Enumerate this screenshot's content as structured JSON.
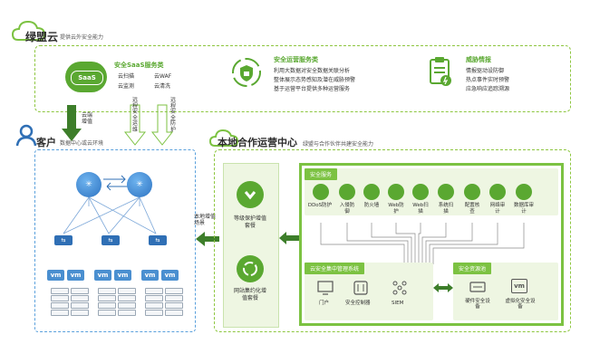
{
  "cloud": {
    "title": "绿盟云",
    "subtitle": "提供云外安全能力",
    "saas": {
      "badge": "SaaS",
      "title": "安全SaaS服务类",
      "items": [
        "云扫描",
        "云WAF",
        "云监测",
        "云清洗"
      ]
    },
    "ops": {
      "title": "安全运营服务类",
      "lines": [
        "利用大数据对安全数据关联分析",
        "整体展示态势感知及潜在威胁预警",
        "基于运营平台提供多种运营服务"
      ]
    },
    "intel": {
      "title": "威胁情报",
      "lines": [
        "情报驱动设防御",
        "热点事件实时预警",
        "应急响应追踪溯源"
      ]
    }
  },
  "arrows": {
    "cloud_traffic": "云端增值",
    "remote_ops": "远程安全运维",
    "remote_protect": "远程安全防护",
    "local_scene": "本地增值场景"
  },
  "customer": {
    "title": "客户",
    "subtitle": "数据中心或云环境",
    "vm_label": "vm"
  },
  "local": {
    "title": "本地合作运营中心",
    "subtitle": "绿盟与合作伙伴共建安全能力",
    "scenes": [
      {
        "label": "等级保护增值套餐"
      },
      {
        "label": "网站集约化增值套餐"
      }
    ],
    "security_services": {
      "tag": "安全服务",
      "items": [
        "DDoS防护",
        "入侵防御",
        "防火墙",
        "Web防护",
        "Web扫描",
        "系统扫描",
        "配置核查",
        "网络审计",
        "数据库审计"
      ]
    },
    "mgmt": {
      "tag": "云安全集中管理系统",
      "items": [
        "门户",
        "安全控制器",
        "SIEM"
      ]
    },
    "pool": {
      "tag": "安全资源池",
      "items": [
        "硬件安全设备",
        "虚拟化安全设备"
      ],
      "vm_label": "vm"
    }
  },
  "colors": {
    "green": "#7cc242",
    "dark_green": "#3d7e2a",
    "blue": "#2f6fb5"
  }
}
